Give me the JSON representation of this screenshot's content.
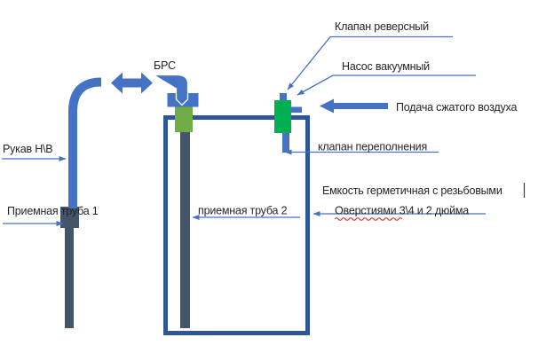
{
  "diagram": {
    "labels": {
      "reverse_valve": "Клапан реверсный",
      "vacuum_pump": "Насос вакуумный",
      "brs_coupling": "БРС",
      "compressed_air_supply": "Подача сжатого воздуха",
      "overflow_valve": "клапан переполнения",
      "suction_hose": "Рукав Н\\В",
      "intake_pipe_1": "Приемная труба 1",
      "intake_pipe_2": "приемная труба 2",
      "tank_caption_line1": "Емкость герметичная с резьбовыми",
      "tank_caption_line2": "Оверстиями 3\\4 и 2 дюйма"
    },
    "colors": {
      "pipe_blue": "#4472C4",
      "tank_outline": "#2E5597",
      "dark_pipe": "#44546A",
      "brs_valve_green": "#70AD47",
      "pump_green": "#00B050",
      "label_text": "#262626",
      "spellcheck_red": "#CC3333",
      "background": "#FFFFFF"
    }
  }
}
